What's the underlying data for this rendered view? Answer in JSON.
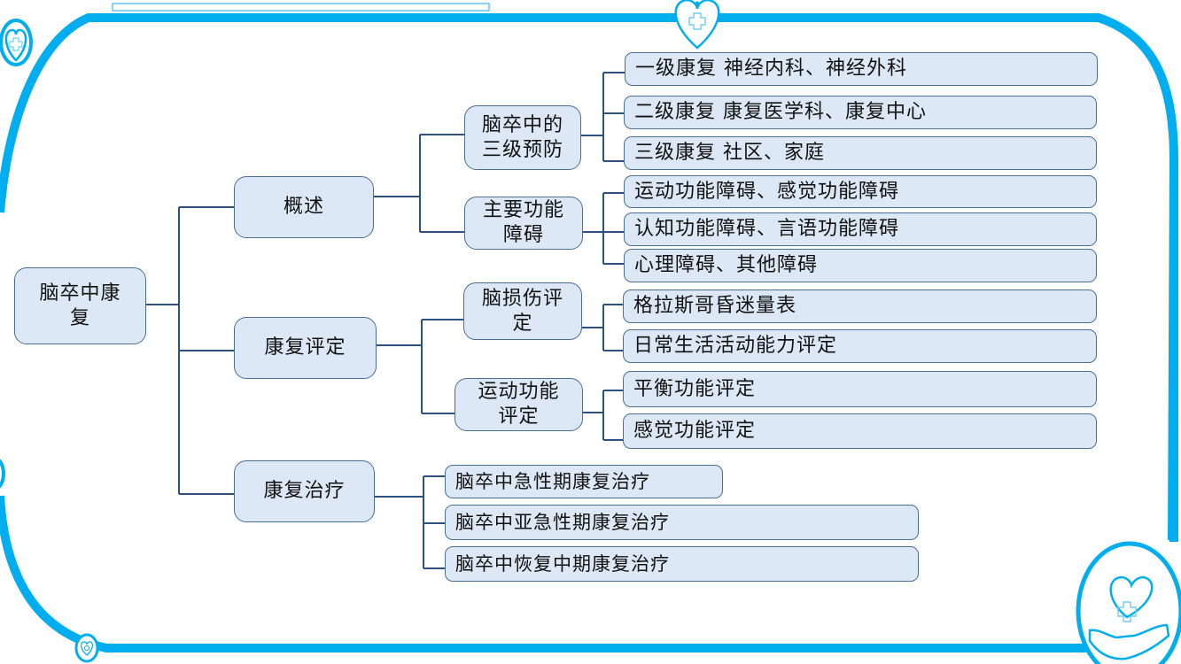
{
  "colors": {
    "frame": "#00aeef",
    "node_fill": "#dce8f5",
    "node_border": "#4a6e94",
    "connector": "#2c5282",
    "text": "#111111"
  },
  "decorations": {
    "icons": [
      "heart-cross-icon",
      "heart-cross-icon",
      "heart-icon",
      "heart-hand-icon"
    ]
  },
  "mindmap": {
    "root": {
      "label": "脑卒中康\n复"
    },
    "branches": [
      {
        "label": "概述",
        "children": [
          {
            "label": "脑卒中的\n三级预防",
            "items": [
              "一级康复 神经内科、神经外科",
              "二级康复 康复医学科、康复中心",
              "三级康复 社区、家庭"
            ]
          },
          {
            "label": "主要功能\n障碍",
            "items": [
              "运动功能障碍、感觉功能障碍",
              "认知功能障碍、言语功能障碍",
              "心理障碍、其他障碍"
            ]
          }
        ]
      },
      {
        "label": "康复评定",
        "children": [
          {
            "label": "脑损伤评\n定",
            "items": [
              "格拉斯哥昏迷量表",
              "日常生活活动能力评定"
            ]
          },
          {
            "label": "运动功能\n评定",
            "items": [
              "平衡功能评定",
              "感觉功能评定"
            ]
          }
        ]
      },
      {
        "label": "康复治疗",
        "items": [
          "脑卒中急性期康复治疗",
          "脑卒中亚急性期康复治疗",
          "脑卒中恢复中期康复治疗"
        ]
      }
    ]
  }
}
